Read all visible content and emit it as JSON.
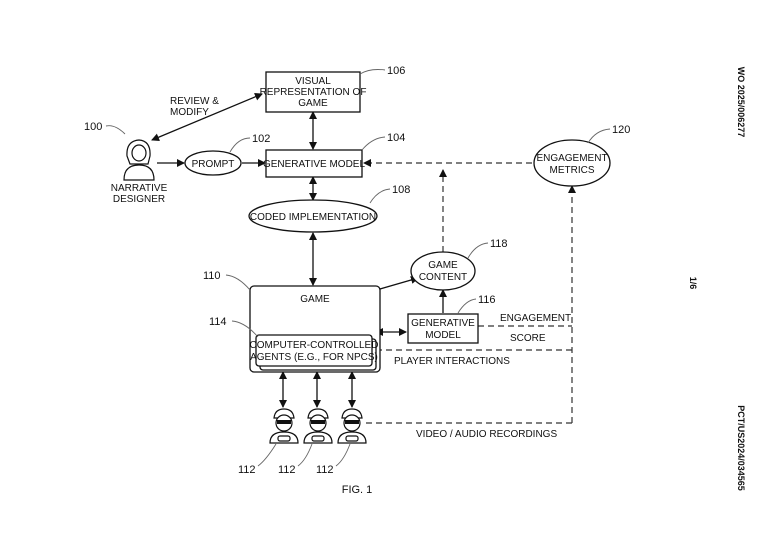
{
  "side_text": {
    "pub_number": "WO 2025/006277",
    "app_number": "PCT/US2024/034565",
    "page": "1/6"
  },
  "figure": {
    "caption": "FIG. 1",
    "nodes": {
      "visual_representation": {
        "lines": [
          "VISUAL",
          "REPRESENTATION OF",
          "GAME"
        ],
        "ref": "106"
      },
      "generative_model_main": {
        "lines": [
          "GENERATIVE MODEL"
        ],
        "ref": "104"
      },
      "prompt": {
        "lines": [
          "PROMPT"
        ],
        "ref": "102"
      },
      "coded_implementation": {
        "lines": [
          "CODED IMPLEMENTATION"
        ],
        "ref": "108"
      },
      "narrative_designer": {
        "lines": [
          "NARRATIVE",
          "DESIGNER"
        ],
        "ref": "100"
      },
      "engagement_metrics": {
        "lines": [
          "ENGAGEMENT",
          "METRICS"
        ],
        "ref": "120"
      },
      "game_content": {
        "lines": [
          "GAME",
          "CONTENT"
        ],
        "ref": "118"
      },
      "game": {
        "lines": [
          "GAME"
        ],
        "ref": "110"
      },
      "agents": {
        "lines": [
          "COMPUTER-CONTROLLED",
          "AGENTS (E.G., FOR NPCS)"
        ],
        "ref": "114"
      },
      "generative_model_small": {
        "lines": [
          "GENERATIVE",
          "MODEL"
        ],
        "ref": "116"
      },
      "players": {
        "refs": [
          "112",
          "112",
          "112"
        ]
      }
    },
    "edge_labels": {
      "review_modify": [
        "REVIEW &",
        "MODIFY"
      ],
      "engagement_score": [
        "ENGAGEMENT",
        "SCORE"
      ],
      "player_interactions": "PLAYER INTERACTIONS",
      "video_audio": "VIDEO / AUDIO RECORDINGS"
    }
  }
}
